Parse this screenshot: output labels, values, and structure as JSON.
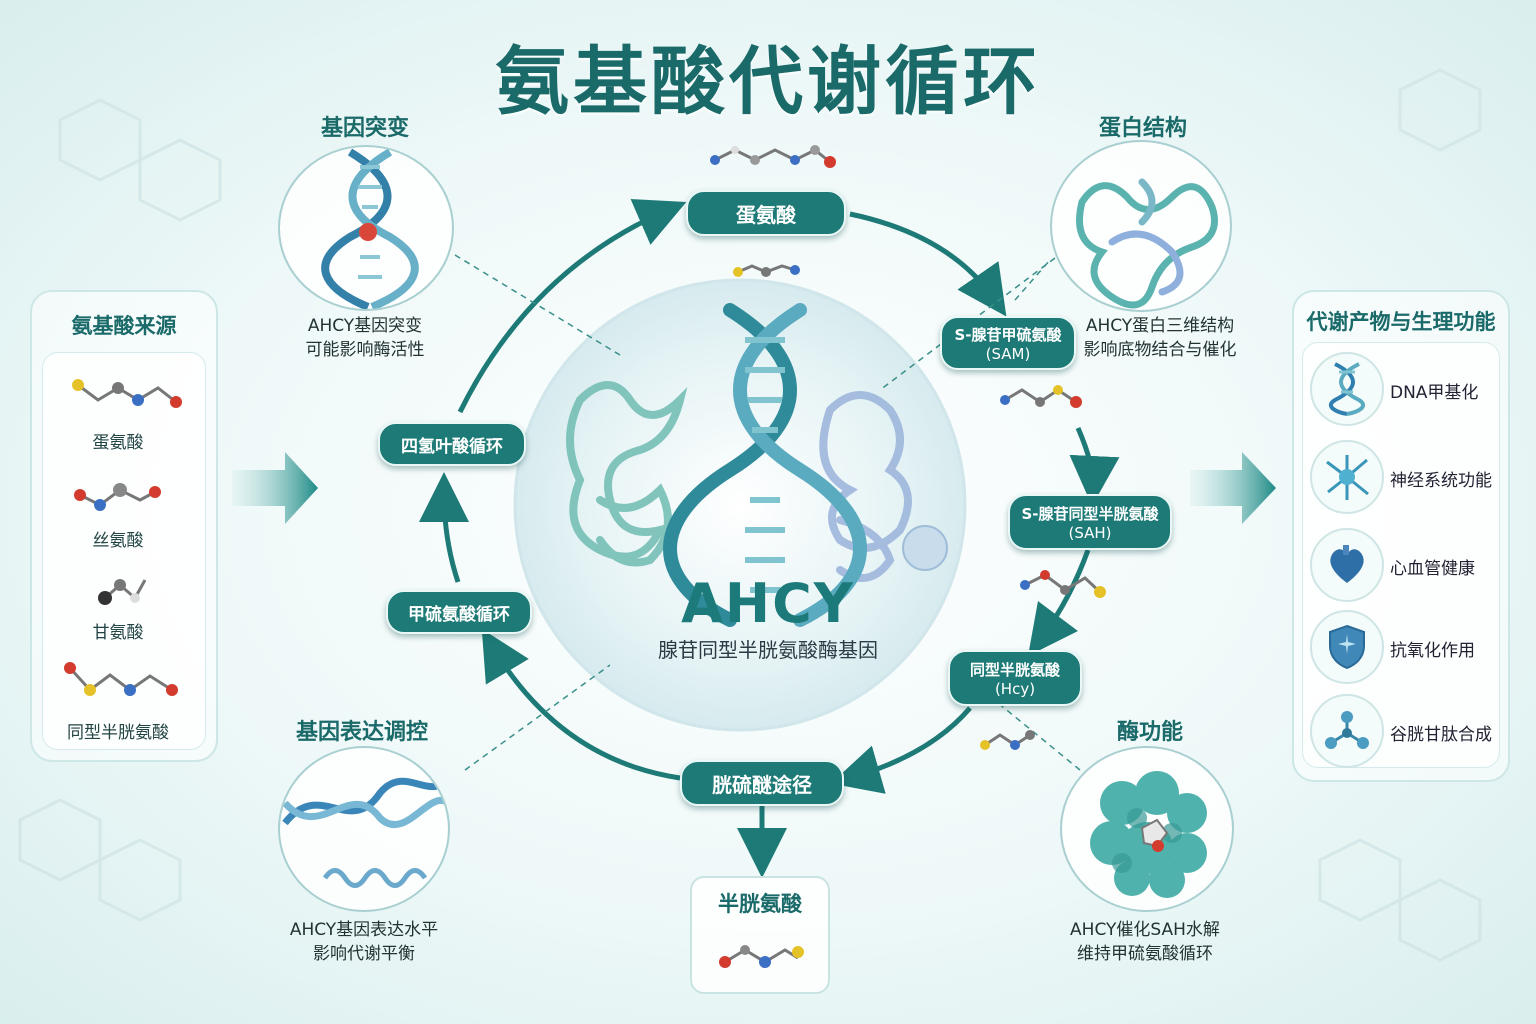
{
  "title": "氨基酸代谢循环",
  "colors": {
    "teal": "#1d7a76",
    "title": "#1b6a6a",
    "panel_border": "#cde6e6"
  },
  "center": {
    "name": "AHCY",
    "subtitle": "腺苷同型半胱氨酸酶基因"
  },
  "cycle": {
    "met": "蛋氨酸",
    "sam": {
      "line1": "S-腺苷甲硫氨酸",
      "line2": "(SAM)"
    },
    "sah": {
      "line1": "S-腺苷同型半胱氨酸",
      "line2": "(SAH)"
    },
    "hcy": {
      "line1": "同型半胱氨酸",
      "line2": "(Hcy)"
    },
    "trans": "胱硫醚途径",
    "cys": "半胱氨酸",
    "methionine_cycle": "甲硫氨酸循环",
    "folate_cycle": "四氢叶酸循环"
  },
  "left_panel": {
    "title": "氨基酸来源",
    "items": [
      "蛋氨酸",
      "丝氨酸",
      "甘氨酸",
      "同型半胱氨酸"
    ]
  },
  "right_panel": {
    "title": "代谢产物与生理功能",
    "items": [
      {
        "label": "DNA甲基化",
        "icon": "dna-icon"
      },
      {
        "label": "神经系统功能",
        "icon": "neuron-icon"
      },
      {
        "label": "心血管健康",
        "icon": "heart-icon"
      },
      {
        "label": "抗氧化作用",
        "icon": "shield-icon"
      },
      {
        "label": "谷胱甘肽合成",
        "icon": "molecule-icon"
      }
    ]
  },
  "corners": {
    "mutation": {
      "title": "基因突变",
      "line1": "AHCY基因突变",
      "line2": "可能影响酶活性"
    },
    "structure": {
      "title": "蛋白结构",
      "line1": "AHCY蛋白三维结构",
      "line2": "影响底物结合与催化"
    },
    "expression": {
      "title": "基因表达调控",
      "line1": "AHCY基因表达水平",
      "line2": "影响代谢平衡"
    },
    "enzyme": {
      "title": "酶功能",
      "line1": "AHCY催化SAH水解",
      "line2": "维持甲硫氨酸循环"
    }
  }
}
